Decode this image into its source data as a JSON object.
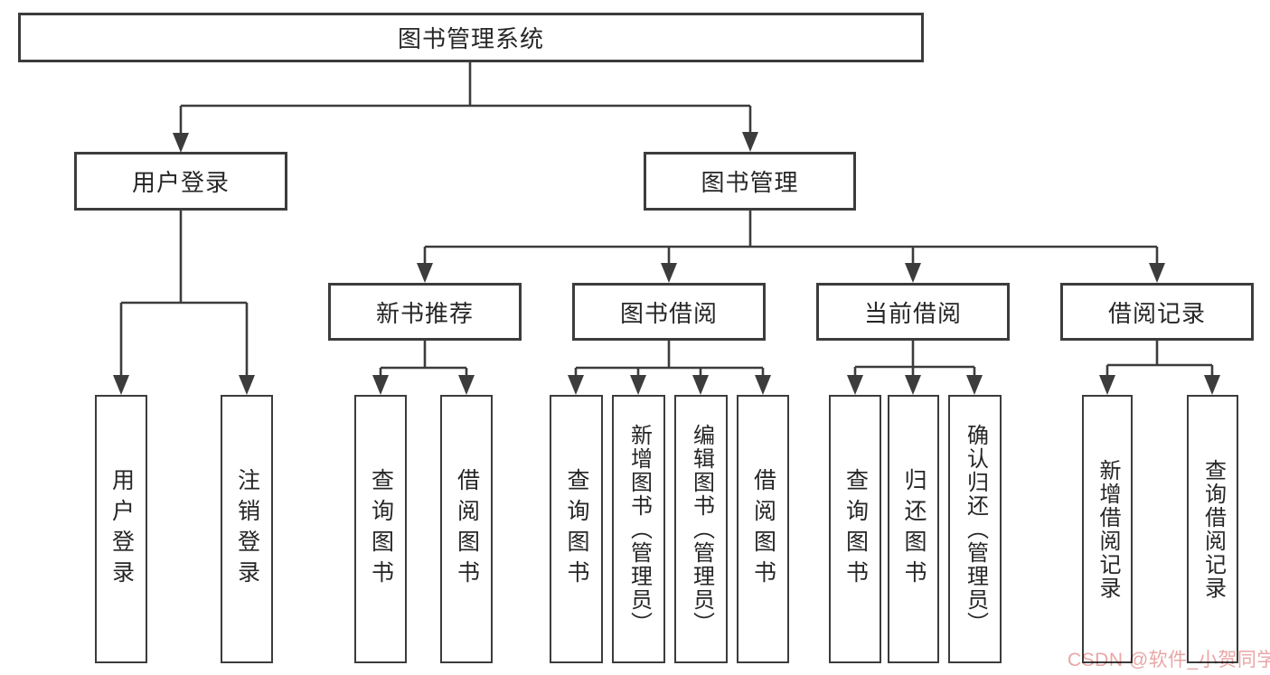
{
  "diagram": {
    "type": "hierarchy-tree",
    "colors": {
      "line": "#3c3c3c",
      "box_border": "#3c3c3c",
      "box_fill": "#ffffff",
      "text": "#262626",
      "watermark": "#e9a6a6",
      "background": "#ffffff"
    },
    "boxes": {
      "root": "图书管理系统",
      "l2_user_login": "用户登录",
      "l2_book_mgmt": "图书管理",
      "l3_new_book": "新书推荐",
      "l3_book_borrow": "图书借阅",
      "l3_current_borrow": "当前借阅",
      "l3_borrow_records": "借阅记录",
      "l4_user_login": "用户登录",
      "l4_logout": "注销登录",
      "l4_nb_query": "查询图书",
      "l4_nb_borrow": "借阅图书",
      "l4_bb_query": "查询图书",
      "l4_bb_add": "新增图书（管理员）",
      "l4_bb_edit": "编辑图书（管理员）",
      "l4_bb_borrow": "借阅图书",
      "l4_cb_query": "查询图书",
      "l4_cb_return": "归还图书",
      "l4_cb_confirm": "确认归还（管理员）",
      "l4_br_add": "新增借阅记录",
      "l4_br_query": "查询借阅记录"
    },
    "hierarchy": {
      "图书管理系统": {
        "用户登录": [
          "用户登录",
          "注销登录"
        ],
        "图书管理": {
          "新书推荐": [
            "查询图书",
            "借阅图书"
          ],
          "图书借阅": [
            "查询图书",
            "新增图书（管理员）",
            "编辑图书（管理员）",
            "借阅图书"
          ],
          "当前借阅": [
            "查询图书",
            "归还图书",
            "确认归还（管理员）"
          ],
          "借阅记录": [
            "新增借阅记录",
            "查询借阅记录"
          ]
        }
      }
    },
    "watermark": "CSDN @软件_小贺同学"
  }
}
